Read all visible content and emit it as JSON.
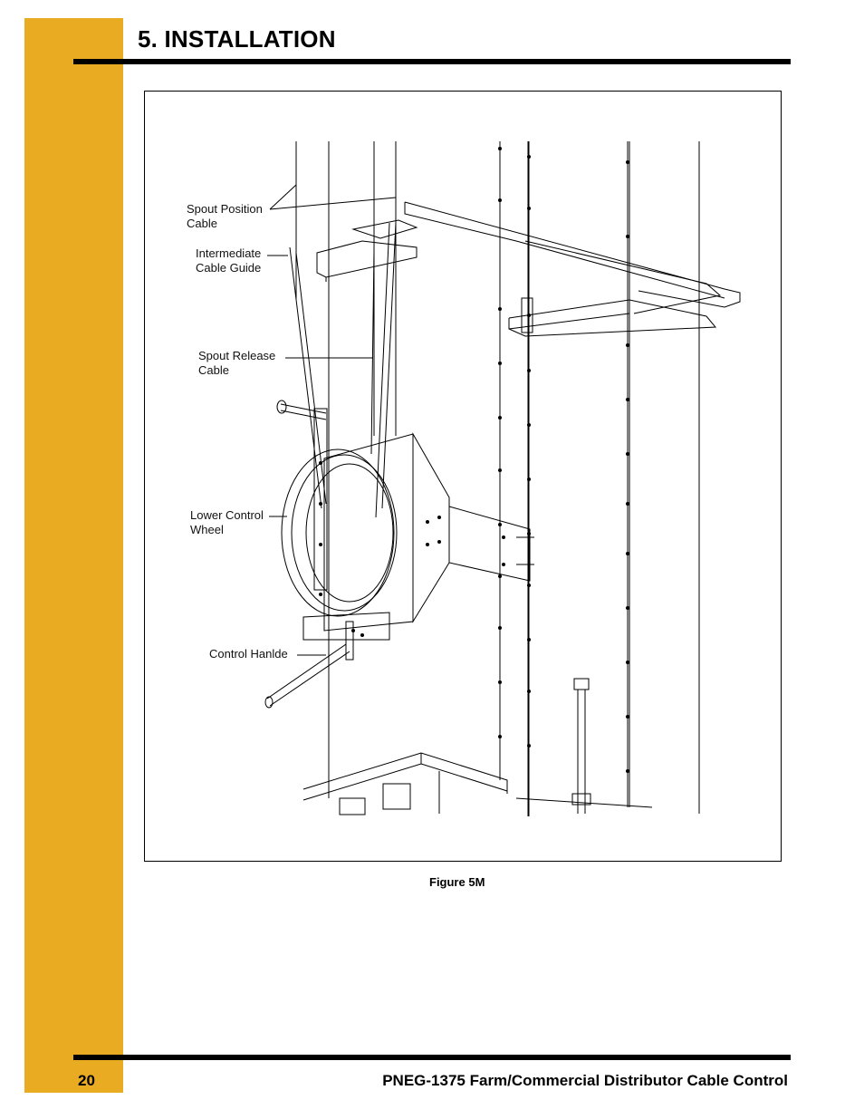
{
  "header": {
    "section_title": "5. INSTALLATION"
  },
  "figure": {
    "callouts": {
      "spout_position_cable": [
        "Spout Position",
        "Cable"
      ],
      "intermediate_cable_guide": [
        "Intermediate",
        "Cable Guide"
      ],
      "spout_release_cable": [
        "Spout Release",
        "Cable"
      ],
      "lower_control_wheel": [
        "Lower Control",
        "Wheel"
      ],
      "control_handle": [
        "Control Hanlde"
      ]
    },
    "caption": "Figure 5M"
  },
  "footer": {
    "page_number": "20",
    "document_title": "PNEG-1375 Farm/Commercial Distributor Cable Control"
  },
  "colors": {
    "side_tab": "#e9ab22",
    "rules": "#000000"
  }
}
